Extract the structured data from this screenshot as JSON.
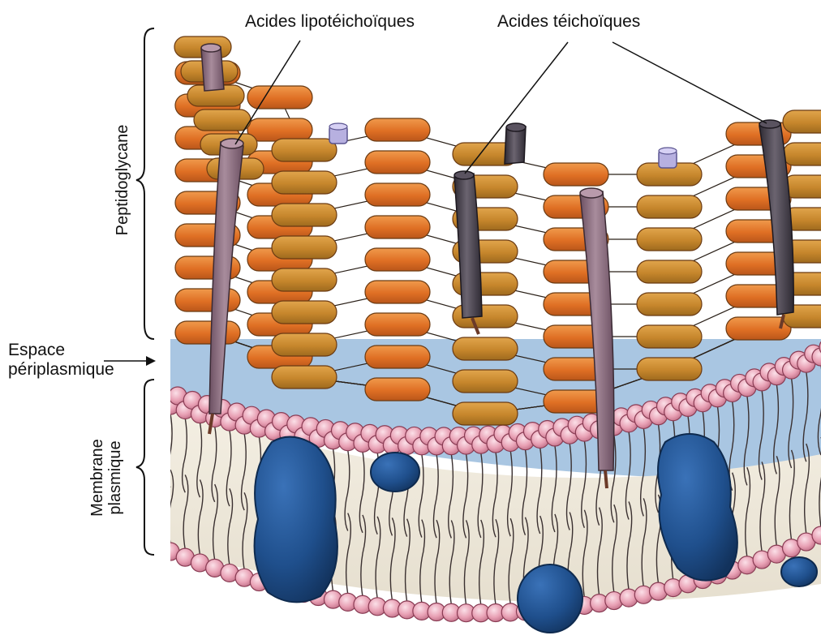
{
  "labels": {
    "lipoteichoic": "Acides lipotéichoïques",
    "teichoic": "Acides téichoïques",
    "periplasmic_line1": "Espace",
    "periplasmic_line2": "périplasmique",
    "peptidoglycan": "Peptidoglycane",
    "membrane_line1": "Membrane",
    "membrane_line2": "plasmique"
  },
  "colors": {
    "periplasm": "#a9c6e2",
    "glycan_orange": "#e07a2c",
    "glycan_tan": "#c8882e",
    "lipid_head": "#e7a3b5",
    "protein": "#1f4f8c",
    "teichoic_rod": "#4a4350",
    "lipoteichoic_rod": "#8a6b7c",
    "membrane_body": "#f1ece0"
  }
}
